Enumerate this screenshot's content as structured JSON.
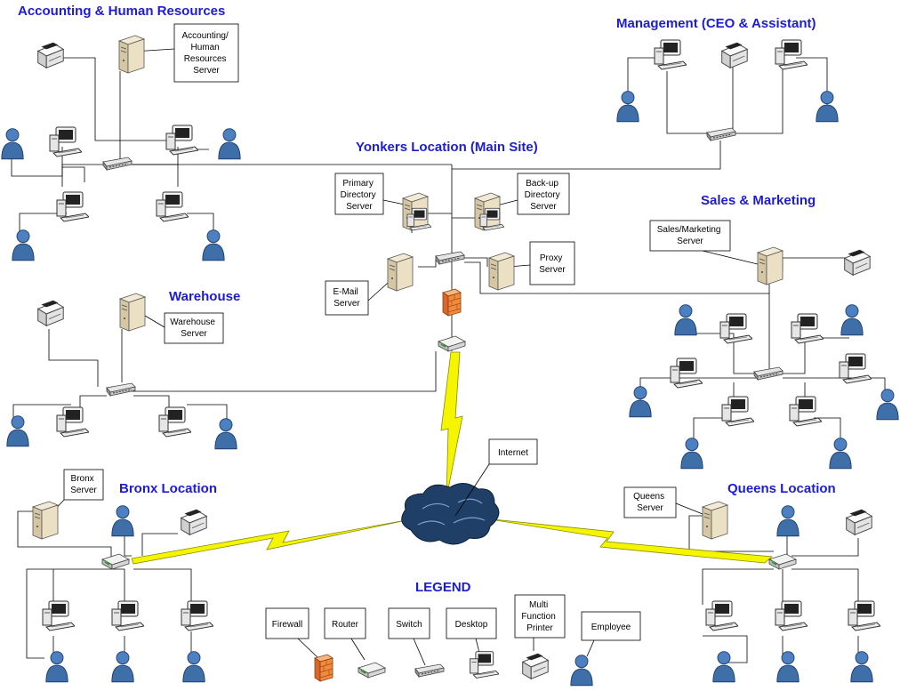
{
  "titles": {
    "accounting": "Accounting & Human Resources",
    "management": "Management (CEO & Assistant)",
    "yonkers": "Yonkers Location (Main Site)",
    "sales": "Sales & Marketing",
    "warehouse": "Warehouse",
    "bronx": "Bronx Location",
    "queens": "Queens Location",
    "legend": "LEGEND"
  },
  "callouts": {
    "accounting_server": [
      "Accounting/",
      "Human",
      "Resources",
      "Server"
    ],
    "primary_directory": [
      "Primary",
      "Directory",
      "Server"
    ],
    "backup_directory": [
      "Back-up",
      "Directory",
      "Server"
    ],
    "sales_server": [
      "Sales/Marketing",
      "Server"
    ],
    "proxy_server": [
      "Proxy",
      "Server"
    ],
    "email_server": [
      "E-Mail",
      "Server"
    ],
    "warehouse_server": [
      "Warehouse",
      "Server"
    ],
    "bronx_server": [
      "Bronx",
      "Server"
    ],
    "queens_server": [
      "Queens",
      "Server"
    ],
    "internet": [
      "Internet"
    ]
  },
  "legend_items": {
    "firewall": [
      "Firewall"
    ],
    "router": [
      "Router"
    ],
    "switch": [
      "Switch"
    ],
    "desktop": [
      "Desktop"
    ],
    "mfp": [
      "Multi",
      "Function",
      "Printer"
    ],
    "employee": [
      "Employee"
    ]
  },
  "colors": {
    "title": "#1c1cd6",
    "employee": "#3e6fa8",
    "server": "#e9dcc0",
    "printer": "#e8e8e8",
    "bolt": "#f5f500",
    "firewall": "#f08a3c",
    "cloud": "#1f3f66"
  }
}
